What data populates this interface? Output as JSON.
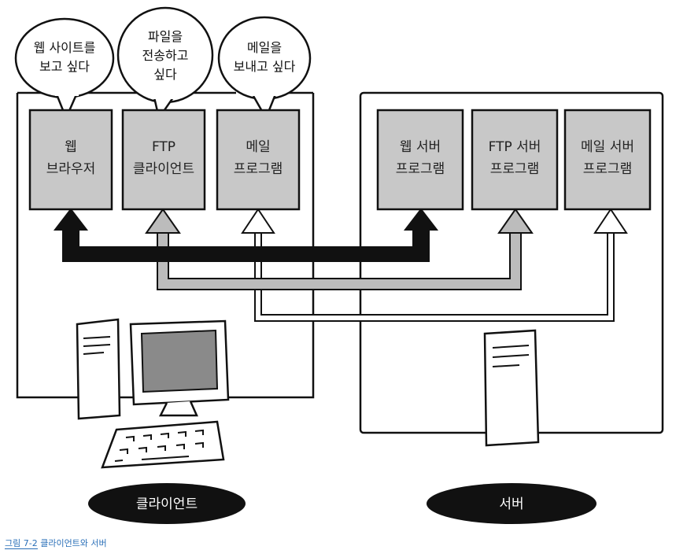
{
  "bubbles": {
    "web": [
      "웹 사이트를",
      "보고 싶다"
    ],
    "ftp": [
      "파일을",
      "전송하고",
      "싶다"
    ],
    "mail": [
      "메일을",
      "보내고 싶다"
    ]
  },
  "client_boxes": {
    "web": [
      "웹",
      "브라우저"
    ],
    "ftp": [
      "FTP",
      "클라이언트"
    ],
    "mail": [
      "메일",
      "프로그램"
    ]
  },
  "server_boxes": {
    "web": [
      "웹 서버",
      "프로그램"
    ],
    "ftp": [
      "FTP 서버",
      "프로그램"
    ],
    "mail": [
      "메일 서버",
      "프로그램"
    ]
  },
  "labels": {
    "client": "클라이언트",
    "server": "서버"
  },
  "caption": {
    "number": "그림 7-2",
    "text": "클라이언트와 서버"
  },
  "colors": {
    "box_fill": "#c8c8c8",
    "web_arrow": "#111111",
    "ftp_arrow": "#b8b8b8",
    "mail_arrow": "#ffffff",
    "caption": "#2a6fb8"
  }
}
